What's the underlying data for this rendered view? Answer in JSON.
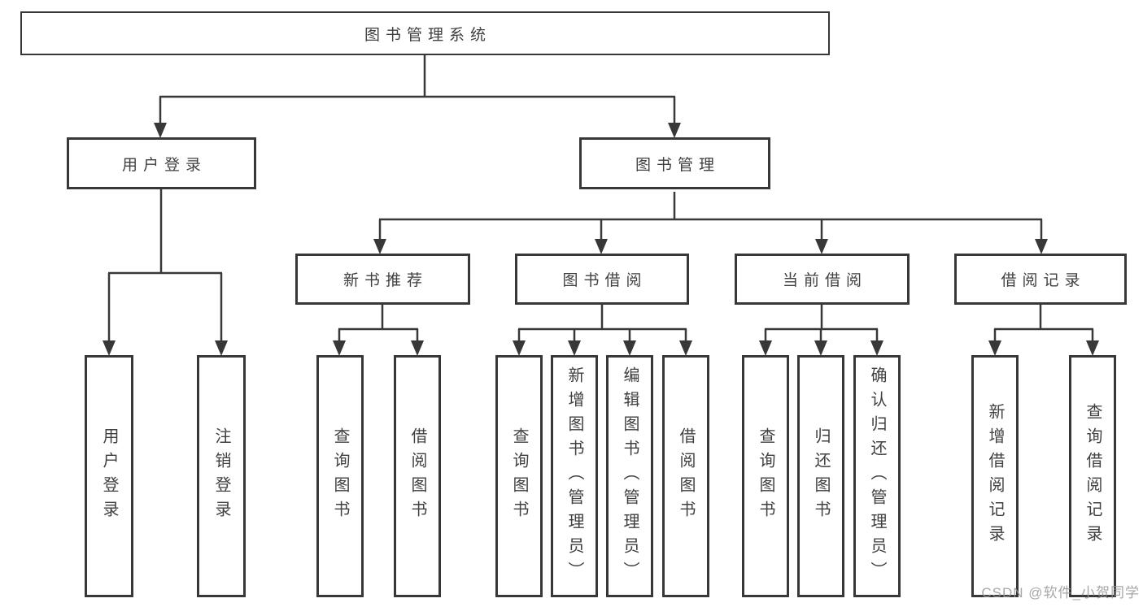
{
  "diagram": {
    "nodes": {
      "root": {
        "label": "图书管理系统"
      },
      "user_login": {
        "label": "用户登录"
      },
      "book_mgmt": {
        "label": "图书管理"
      },
      "new_book_rec": {
        "label": "新书推荐"
      },
      "book_borrow": {
        "label": "图书借阅"
      },
      "current_borrow": {
        "label": "当前借阅"
      },
      "borrow_record": {
        "label": "借阅记录"
      },
      "leaf_user_login": {
        "label": "用户登录"
      },
      "leaf_logout": {
        "label": "注销登录"
      },
      "rec_query_book": {
        "label": "查询图书"
      },
      "rec_borrow_book": {
        "label": "借阅图书"
      },
      "bb_query_book": {
        "label": "查询图书"
      },
      "bb_add_book": {
        "label": "新增图书（管理员）"
      },
      "bb_edit_book": {
        "label": "编辑图书（管理员）"
      },
      "bb_borrow_book": {
        "label": "借阅图书"
      },
      "cb_query_book": {
        "label": "查询图书"
      },
      "cb_return_book": {
        "label": "归还图书"
      },
      "cb_confirm_return": {
        "label": "确认归还（管理员）"
      },
      "br_add_record": {
        "label": "新增借阅记录"
      },
      "br_query_record": {
        "label": "查询借阅记录"
      }
    },
    "colors": {
      "line": "#383838",
      "text": "#404040",
      "background": "#ffffff",
      "watermark": "#969696"
    }
  },
  "watermark": {
    "text": "CSDN @软件_小贺同学"
  }
}
